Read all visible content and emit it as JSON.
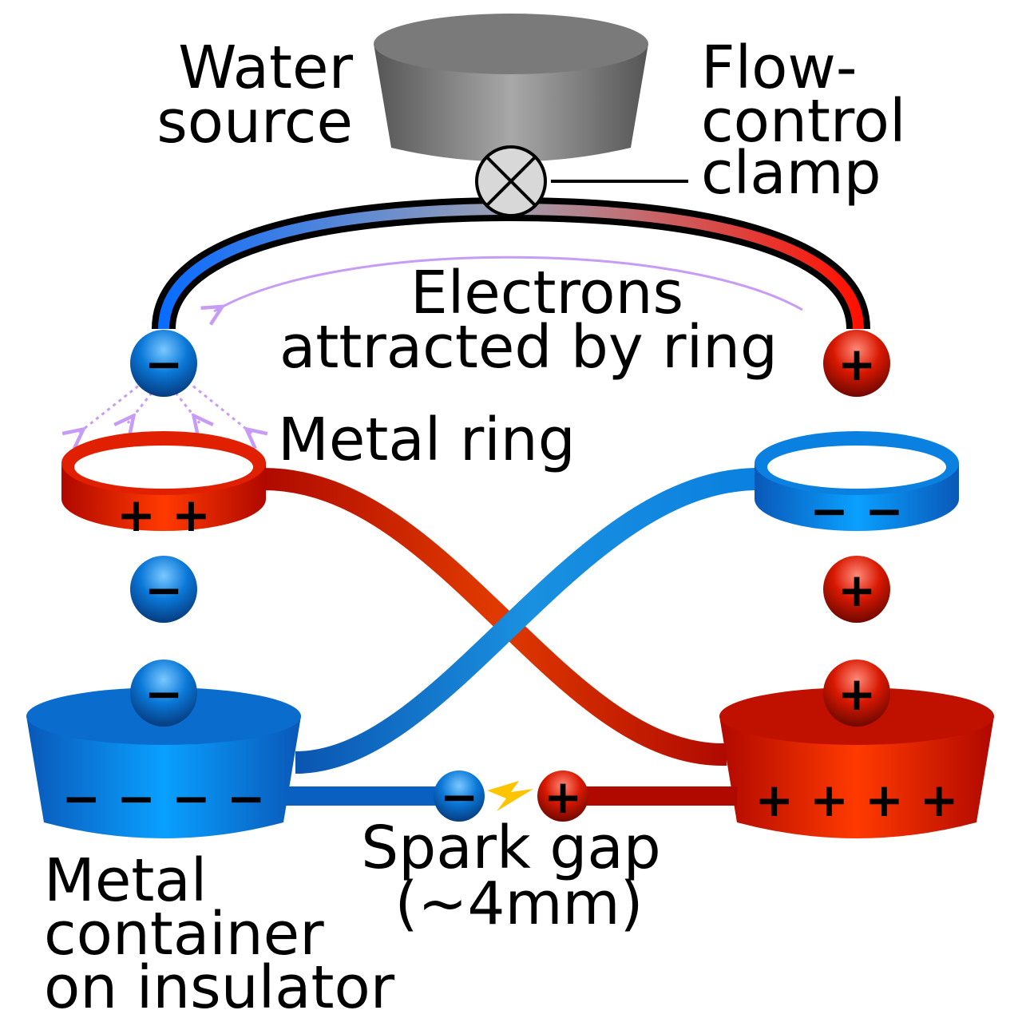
{
  "labels": {
    "water_source": [
      "Water",
      "source"
    ],
    "flow_control_clamp": [
      "Flow-",
      "control",
      "clamp"
    ],
    "electrons_attracted": [
      "Electrons",
      "attracted by ring"
    ],
    "metal_ring": "Metal ring",
    "spark_gap": [
      "Spark gap",
      "(~4mm)"
    ],
    "metal_container": [
      "Metal",
      "container",
      "on insulator"
    ]
  },
  "signs": {
    "negative_drop": "−",
    "positive_drop": "+",
    "left_ring_charge": "+ +",
    "right_ring_charge": "− −",
    "left_container_charge": "− − − −",
    "right_container_charge": "+ + + +",
    "spark_negative": "−",
    "spark_positive": "+"
  },
  "colors": {
    "negative": "#0a7de0",
    "positive": "#e01a00",
    "electron_arrow": "#c79cf5",
    "spark": "#ffc400",
    "source_gray": "#8a8a8a"
  }
}
